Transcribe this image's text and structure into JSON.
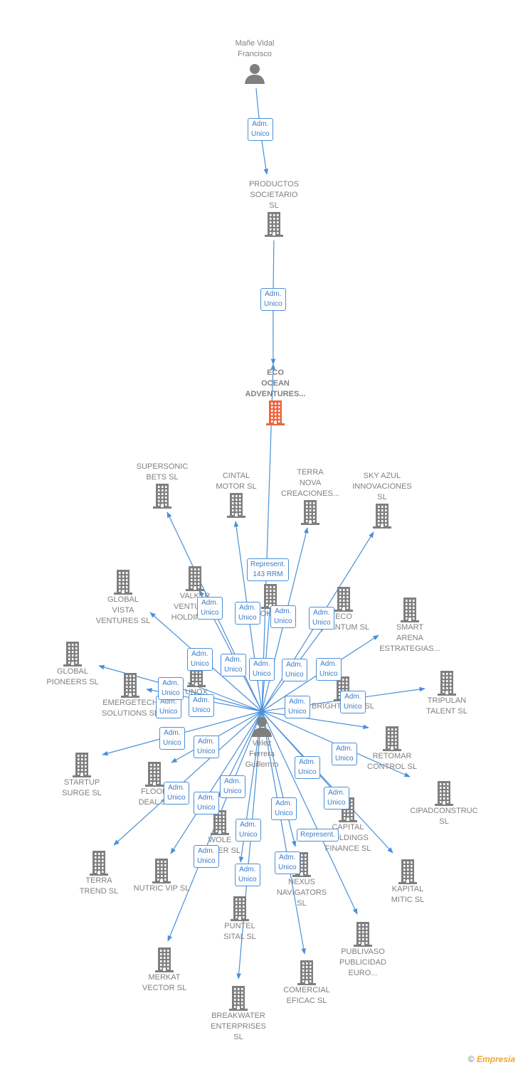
{
  "colors": {
    "company": "#7f7f7f",
    "main": "#f0643c",
    "person": "#7f7f7f",
    "edge": "#4a90d9",
    "rel_text": "#3a7bc8"
  },
  "nodes": [
    {
      "id": "mane",
      "label": "Mañe Vidal\nFrancisco",
      "kind": "person"
    },
    {
      "id": "productos",
      "label": "PRODUCTOS\nSOCIETARIO\nSL",
      "kind": "company"
    },
    {
      "id": "eco_ocean",
      "label": "ECO\nOCEAN\nADVENTURES...",
      "kind": "main"
    },
    {
      "id": "velez",
      "label": "Velez\nFerrera\nGuillermo",
      "kind": "person"
    },
    {
      "id": "supersonic",
      "label": "SUPERSONIC\nBETS  SL",
      "kind": "company"
    },
    {
      "id": "cintal",
      "label": "CINTAL\nMOTOR  SL",
      "kind": "company"
    },
    {
      "id": "terra_nova",
      "label": "TERRA\nNOVA\nCREACIONES...",
      "kind": "company"
    },
    {
      "id": "sky_azul",
      "label": "SKY AZUL\nINNOVACIONES\nSL",
      "kind": "company"
    },
    {
      "id": "global_vista",
      "label": "GLOBAL\nVISTA\nVENTURES  SL",
      "kind": "company"
    },
    {
      "id": "valkyr",
      "label": "VALKYR\nVENTURES\nHOLDING  SL",
      "kind": "company"
    },
    {
      "id": "lookin",
      "label": "LOOKIN  SL",
      "kind": "company"
    },
    {
      "id": "eco_quantum",
      "label": "ECO\nQUANTUM  SL",
      "kind": "company"
    },
    {
      "id": "smart_arena",
      "label": "SMART\nARENA\nESTRATEGIAS...",
      "kind": "company"
    },
    {
      "id": "global_pioneers",
      "label": "GLOBAL\nPIONEERS  SL",
      "kind": "company"
    },
    {
      "id": "emergetech",
      "label": "EMERGETECH\nSOLUTIONS  SL",
      "kind": "company"
    },
    {
      "id": "unox",
      "label": "UNOX",
      "kind": "company"
    },
    {
      "id": "brightness",
      "label": "BRIGHTNESS  SL",
      "kind": "company"
    },
    {
      "id": "tripulan",
      "label": "TRIPULAN\nTALENT  SL",
      "kind": "company"
    },
    {
      "id": "startup_surge",
      "label": "STARTUP\nSURGE  SL",
      "kind": "company"
    },
    {
      "id": "floor_deal",
      "label": "FLOOR\nDEAL  SL",
      "kind": "company"
    },
    {
      "id": "retomar",
      "label": "RETOMAR\nCONTROL  SL",
      "kind": "company"
    },
    {
      "id": "cipadconstruc",
      "label": "CIPADCONSTRUC\nSL",
      "kind": "company"
    },
    {
      "id": "capital",
      "label": "CAPITAL\nHOLDINGS\nFINANCE  SL",
      "kind": "company"
    },
    {
      "id": "wole",
      "label": "WOLE\nPOWER  SL",
      "kind": "company"
    },
    {
      "id": "terra_trend",
      "label": "TERRA\nTREND  SL",
      "kind": "company"
    },
    {
      "id": "nutric",
      "label": "NUTRIC VIP  SL",
      "kind": "company"
    },
    {
      "id": "nexus",
      "label": "NEXUS\nNAVIGATORS\nSL",
      "kind": "company"
    },
    {
      "id": "kapital",
      "label": "KAPITAL\nMITIC  SL",
      "kind": "company"
    },
    {
      "id": "puntel",
      "label": "PUNTEL\nSITAL  SL",
      "kind": "company"
    },
    {
      "id": "publivaso",
      "label": "PUBLIVASO\nPUBLICIDAD\nEURO...",
      "kind": "company"
    },
    {
      "id": "merkat",
      "label": "MERKAT\nVECTOR  SL",
      "kind": "company"
    },
    {
      "id": "comercial",
      "label": "COMERCIAL\nEFICAC  SL",
      "kind": "company"
    },
    {
      "id": "breakwater",
      "label": "BREAKWATER\nENTERPRISES\nSL",
      "kind": "company"
    }
  ],
  "relations": [
    {
      "from": "mane",
      "to": "productos",
      "label": "Adm.\nUnico"
    },
    {
      "from": "productos",
      "to": "eco_ocean",
      "label": "Adm.\nUnico"
    },
    {
      "from": "velez",
      "to": "eco_ocean",
      "label": "Represent.\n143 RRM"
    },
    {
      "from": "velez",
      "to": "supersonic",
      "label": "Adm.\nUnico"
    },
    {
      "from": "velez",
      "to": "cintal",
      "label": "Adm.\nUnico"
    },
    {
      "from": "velez",
      "to": "terra_nova",
      "label": "Adm.\nUnico"
    },
    {
      "from": "velez",
      "to": "sky_azul",
      "label": "Adm.\nUnico"
    },
    {
      "from": "velez",
      "to": "global_vista",
      "label": "Adm.\nUnico"
    },
    {
      "from": "velez",
      "to": "valkyr",
      "label": "Adm.\nUnico"
    },
    {
      "from": "velez",
      "to": "lookin",
      "label": "Adm.\nUnico"
    },
    {
      "from": "velez",
      "to": "eco_quantum",
      "label": "Adm.\nUnico"
    },
    {
      "from": "velez",
      "to": "smart_arena",
      "label": "Adm.\nUnico"
    },
    {
      "from": "velez",
      "to": "global_pioneers",
      "label": "Adm.\nUnico"
    },
    {
      "from": "velez",
      "to": "emergetech",
      "label": "Adm.\nUnico"
    },
    {
      "from": "velez",
      "to": "unox",
      "label": "Adm.\nUnico"
    },
    {
      "from": "velez",
      "to": "brightness",
      "label": "Adm.\nUnico"
    },
    {
      "from": "velez",
      "to": "tripulan",
      "label": "Adm.\nUnico"
    },
    {
      "from": "velez",
      "to": "startup_surge",
      "label": "Adm.\nUnico"
    },
    {
      "from": "velez",
      "to": "floor_deal",
      "label": "Adm.\nUnico"
    },
    {
      "from": "velez",
      "to": "retomar",
      "label": "Adm.\nUnico"
    },
    {
      "from": "velez",
      "to": "capital",
      "label": "Adm.\nUnico"
    },
    {
      "from": "velez",
      "to": "wole",
      "label": "Adm.\nUnico"
    },
    {
      "from": "velez",
      "to": "terra_trend",
      "label": "Adm.\nUnico"
    },
    {
      "from": "velez",
      "to": "nutric",
      "label": "Adm.\nUnico"
    },
    {
      "from": "velez",
      "to": "nexus",
      "label": "Represent."
    },
    {
      "from": "velez",
      "to": "kapital",
      "label": "Adm.\nUnico"
    },
    {
      "from": "velez",
      "to": "puntel",
      "label": "Adm.\nUnico"
    },
    {
      "from": "velez",
      "to": "publivaso",
      "label": "Adm.\nUnico"
    },
    {
      "from": "velez",
      "to": "merkat",
      "label": "Adm.\nUnico"
    },
    {
      "from": "velez",
      "to": "comercial",
      "label": "Adm.\nUnico"
    },
    {
      "from": "velez",
      "to": "breakwater",
      "label": "Adm.\nUnico"
    }
  ],
  "brand": {
    "copyright": "©",
    "name": "Empresia"
  }
}
